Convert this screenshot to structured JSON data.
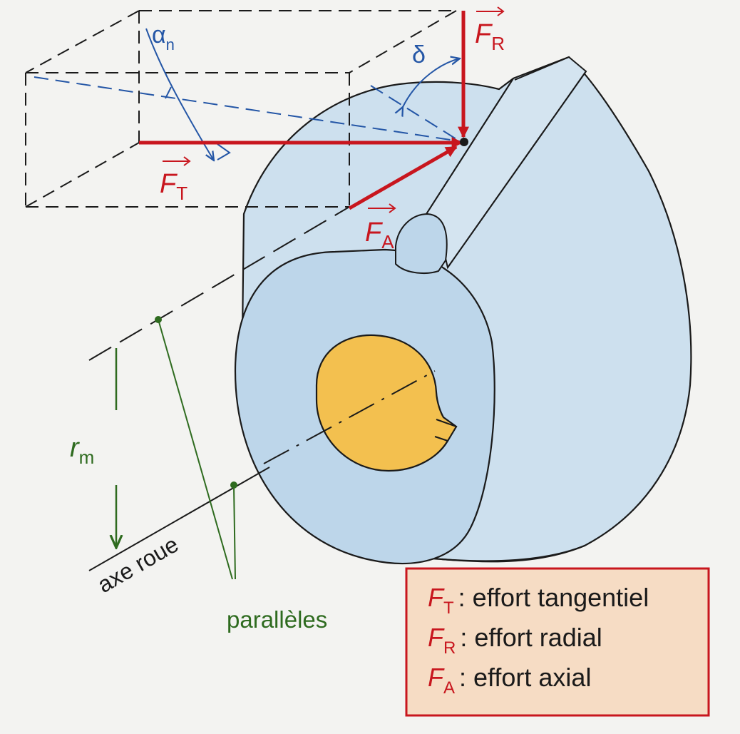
{
  "colors": {
    "red": "#c8161e",
    "blue": "#2456a6",
    "green": "#2e6b1f",
    "wheel_light": "#cde0ee",
    "wheel_face": "#bdd6ea",
    "hub": "#f3c04f",
    "legend_bg": "#f6dcc4",
    "legend_border": "#c8161e"
  },
  "force_labels": {
    "ft": {
      "base": "F",
      "sub": "T"
    },
    "fr": {
      "base": "F",
      "sub": "R"
    },
    "fa": {
      "base": "F",
      "sub": "A"
    }
  },
  "angle_labels": {
    "alpha_base": "α",
    "alpha_sub": "n",
    "delta": "δ"
  },
  "geometry_labels": {
    "rm_base": "r",
    "rm_sub": "m",
    "axe_roue": "axe roue",
    "paralleles": "parallèles"
  },
  "legend": [
    {
      "base": "F",
      "sub": "T",
      "text": ": effort tangentiel"
    },
    {
      "base": "F",
      "sub": "R",
      "text": ": effort radial"
    },
    {
      "base": "F",
      "sub": "A",
      "text": ": effort axial"
    }
  ]
}
